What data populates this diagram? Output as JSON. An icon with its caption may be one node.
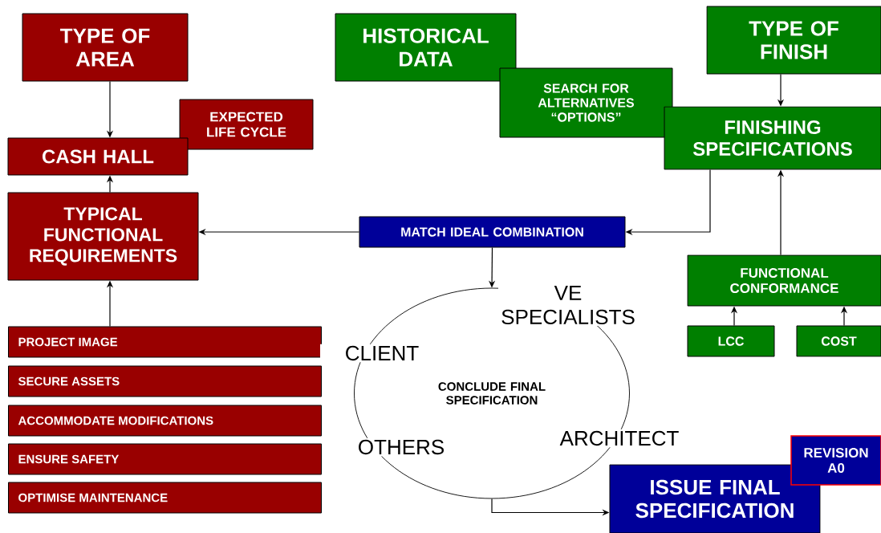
{
  "diagram": {
    "nodes": [
      {
        "text": [
          "TYPE OF AREA"
        ]
      },
      {
        "text": [
          "EXPECTED LIFE CYCLE"
        ]
      },
      {
        "text": [
          "CASH HALL"
        ]
      },
      {
        "text": [
          "TYPICAL FUNCTIONAL REQUIREMENTS"
        ]
      },
      {
        "text": [
          "PROJECT IMAGE"
        ]
      },
      {
        "text": [
          "SECURE ASSETS"
        ]
      },
      {
        "text": [
          "ACCOMMODATE MODIFICATIONS"
        ]
      },
      {
        "text": [
          "ENSURE SAFETY"
        ]
      },
      {
        "text": [
          "OPTIMISE MAINTENANCE"
        ]
      },
      {
        "text": [
          "HISTORICAL DATA"
        ]
      },
      {
        "text": [
          "SEARCH FOR ALTERNATIVES “OPTIONS”"
        ]
      },
      {
        "text": [
          "TYPE OF FINISH"
        ]
      },
      {
        "text": [
          "FINISHING SPECIFICATIONS"
        ]
      },
      {
        "text": [
          "MATCH IDEAL COMBINATION"
        ]
      },
      {
        "text": [
          "FUNCTIONAL CONFORMANCE"
        ]
      },
      {
        "text": [
          "LCC"
        ]
      },
      {
        "text": [
          "COST"
        ]
      },
      {
        "text": [
          "CONCLUDE FINAL SPECIFICATION"
        ]
      },
      {
        "text": [
          "ISSUE FINAL SPECIFICATION"
        ]
      },
      {
        "text": [
          "REVISION A0"
        ]
      }
    ],
    "edges": [
      {
        "from": 0,
        "to": 2,
        "arrow": "to"
      },
      {
        "from": 3,
        "to": 2,
        "arrow": "to"
      },
      {
        "from": 4,
        "to": 3,
        "arrow": "to"
      },
      {
        "from": 11,
        "to": 12,
        "arrow": "to"
      },
      {
        "from": 12,
        "to": 13,
        "arrow": "to"
      },
      {
        "from": 13,
        "to": 3,
        "arrow": "to"
      },
      {
        "from": 14,
        "to": 12,
        "arrow": "to"
      },
      {
        "from": 15,
        "to": 14,
        "arrow": "to"
      },
      {
        "from": 16,
        "to": 14,
        "arrow": "to"
      },
      {
        "from": 13,
        "to": 17,
        "arrow": "to"
      },
      {
        "from": 17,
        "to": 18,
        "arrow": "to"
      }
    ],
    "labels": [
      "VE SPECIALISTS",
      "CLIENT",
      "OTHERS",
      "ARCHITECT"
    ]
  }
}
